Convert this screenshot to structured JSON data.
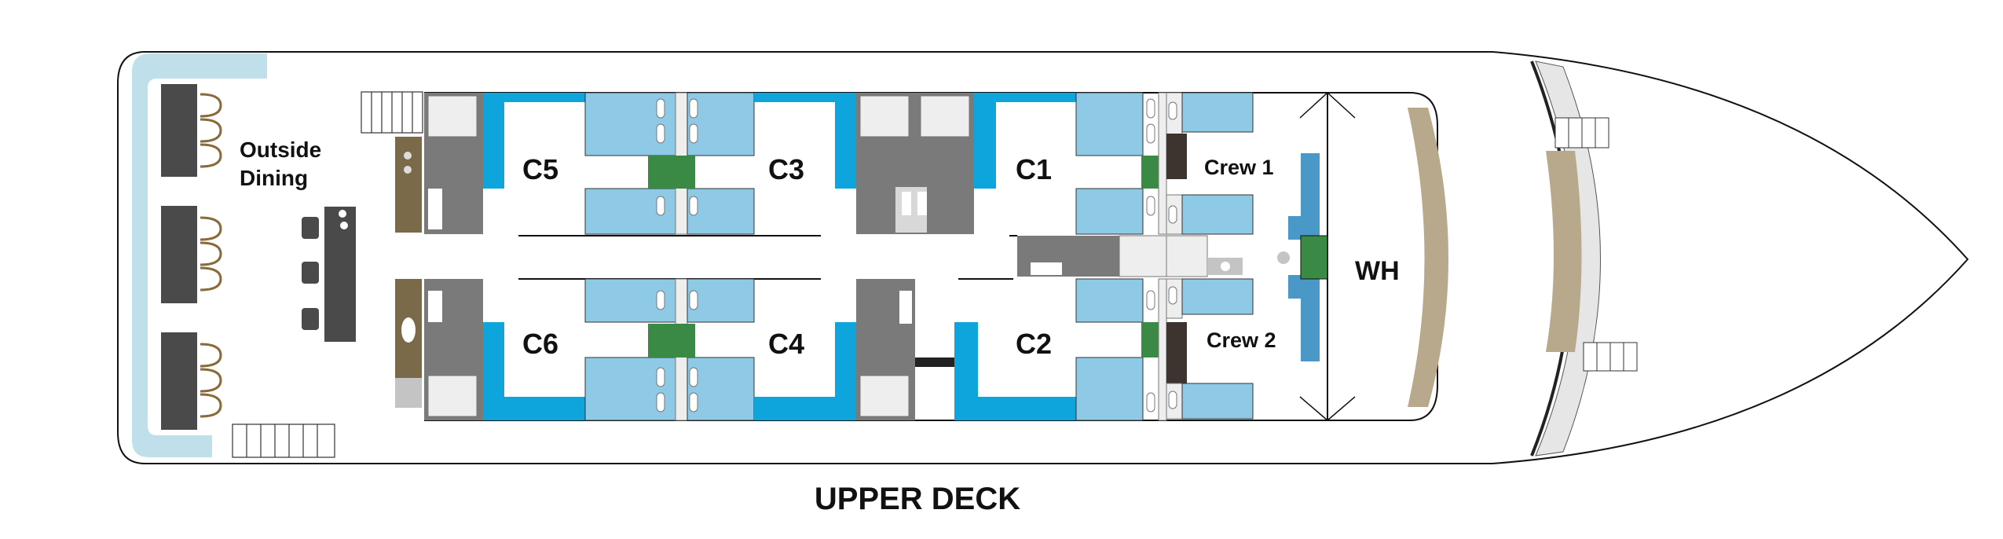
{
  "deck": {
    "title": "UPPER DECK"
  },
  "areas": {
    "outside_dining_line1": "Outside",
    "outside_dining_line2": "Dining",
    "wheelhouse": "WH"
  },
  "cabins": {
    "c1": "C1",
    "c2": "C2",
    "c3": "C3",
    "c4": "C4",
    "c5": "C5",
    "c6": "C6",
    "crew1": "Crew 1",
    "crew2": "Crew 2"
  },
  "colors": {
    "bed": "#8ecae6",
    "cabin_wall": "#0ea5dd",
    "bathroom": "#7a7a7a",
    "nightstand": "#3a8a45",
    "deck_edge": "#bfe0ea",
    "table": "#4a4a4a",
    "wood": "#7a6a4a",
    "console": "#b9a98c",
    "stairs": "#ffffff",
    "outline": "#111111"
  }
}
